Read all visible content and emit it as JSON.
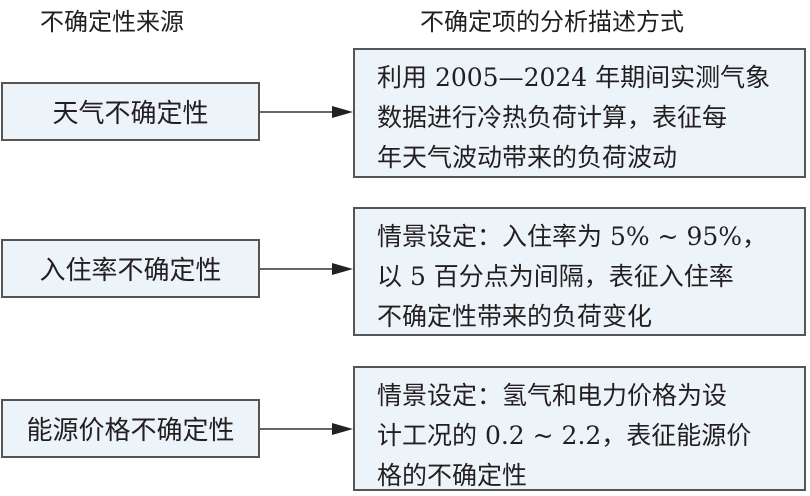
{
  "headers": {
    "source": "不确定性来源",
    "method": "不确定项的分析描述方式"
  },
  "rows": [
    {
      "source": "天气不确定性",
      "lines": [
        "利用 2005—2024 年期间实测气象",
        "数据进行冷热负荷计算，表征每",
        "年天气波动带来的负荷波动"
      ]
    },
    {
      "source": "入住率不确定性",
      "lines": [
        "情景设定：入住率为 5% ~ 95%，",
        "以 5 百分点为间隔，表征入住率",
        "不确定性带来的负荷变化"
      ]
    },
    {
      "source": "能源价格不确定性",
      "lines": [
        "情景设定：氢气和电力价格为设",
        "计工况的 0.2 ~ 2.2，表征能源价",
        "格的不确定性"
      ]
    }
  ]
}
